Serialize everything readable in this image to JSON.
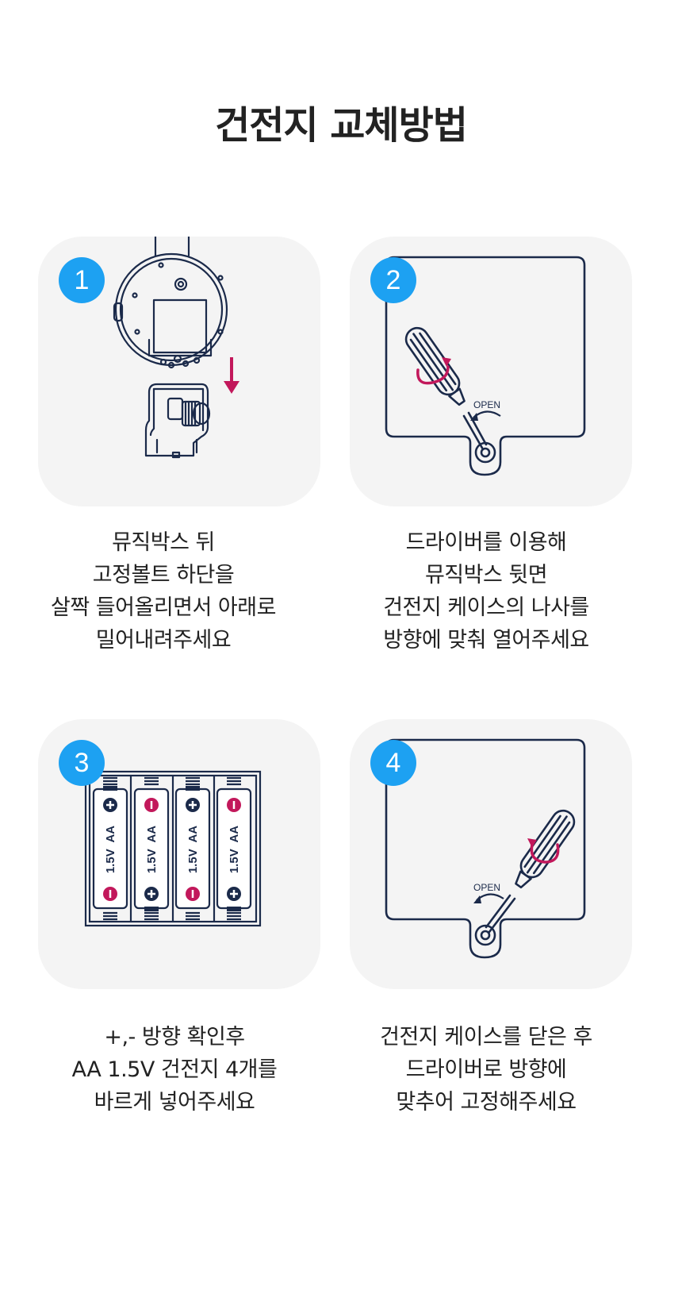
{
  "page": {
    "title": "건전지 교체방법"
  },
  "steps": [
    {
      "number": "1",
      "lines": [
        "뮤직박스 뒤",
        "고정볼트 하단을",
        "살짝 들어올리면서 아래로",
        "밀어내려주세요"
      ]
    },
    {
      "number": "2",
      "open_label": "OPEN",
      "lines": [
        "드라이버를 이용해",
        "뮤직박스 뒷면",
        "건전지 케이스의 나사를",
        "방향에 맞춰 열어주세요"
      ]
    },
    {
      "number": "3",
      "battery_label": "1.5V  AA",
      "lines": [
        "+,- 방향 확인후",
        "AA 1.5V 건전지 4개를",
        "바르게 넣어주세요"
      ]
    },
    {
      "number": "4",
      "open_label": "OPEN",
      "lines": [
        "건전지 케이스를 닫은 후",
        "드라이버로 방향에",
        "맞추어 고정해주세요"
      ]
    }
  ],
  "colors": {
    "badge": "#1da1f2",
    "card_bg": "#f4f4f4",
    "line_art": "#1b2a4a",
    "accent": "#c2185b"
  }
}
